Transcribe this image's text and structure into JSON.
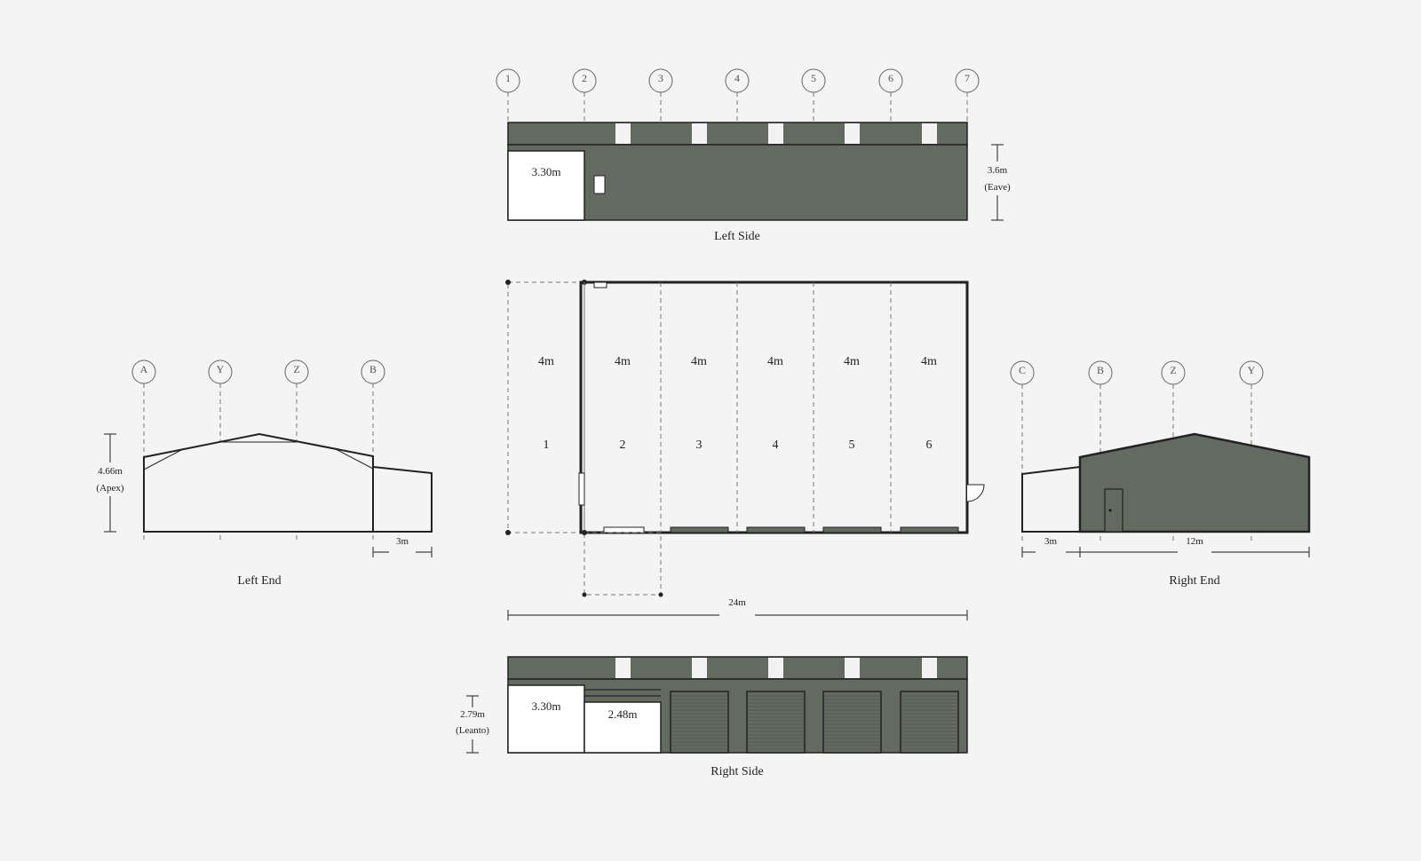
{
  "colors": {
    "background": "#f4f4f4",
    "cladding": "#636b61",
    "line": "#222222",
    "window": "#f2f2f2"
  },
  "left_side": {
    "label": "Left Side",
    "opening_label": "3.30m",
    "eave_value": "3.6m",
    "eave_label": "(Eave)",
    "grid_numbers": [
      "1",
      "2",
      "3",
      "4",
      "5",
      "6",
      "7"
    ]
  },
  "plan": {
    "bay_widths": [
      "4m",
      "4m",
      "4m",
      "4m",
      "4m",
      "4m"
    ],
    "bay_numbers": [
      "1",
      "2",
      "3",
      "4",
      "5",
      "6"
    ],
    "overall_length": "24m"
  },
  "left_end": {
    "label": "Left End",
    "grid_letters": [
      "A",
      "Y",
      "Z",
      "B"
    ],
    "apex_value": "4.66m",
    "apex_label": "(Apex)",
    "leanto_width": "3m"
  },
  "right_end": {
    "label": "Right End",
    "grid_letters": [
      "C",
      "B",
      "Z",
      "Y"
    ],
    "leanto_width": "3m",
    "span": "12m"
  },
  "right_side": {
    "label": "Right Side",
    "opening1": "3.30m",
    "opening2": "2.48m",
    "leanto_height_value": "2.79m",
    "leanto_height_label": "(Leanto)"
  }
}
